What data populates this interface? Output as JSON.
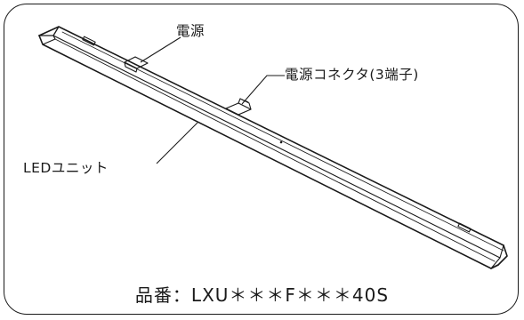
{
  "labels": {
    "power": "電源",
    "power_connector": "電源コネクタ(3端子)",
    "led_unit": "LEDユニット"
  },
  "model_number": "品番：LXU＊＊＊F＊＊＊40S",
  "colors": {
    "line": "#1a1a1a",
    "background": "#ffffff"
  }
}
